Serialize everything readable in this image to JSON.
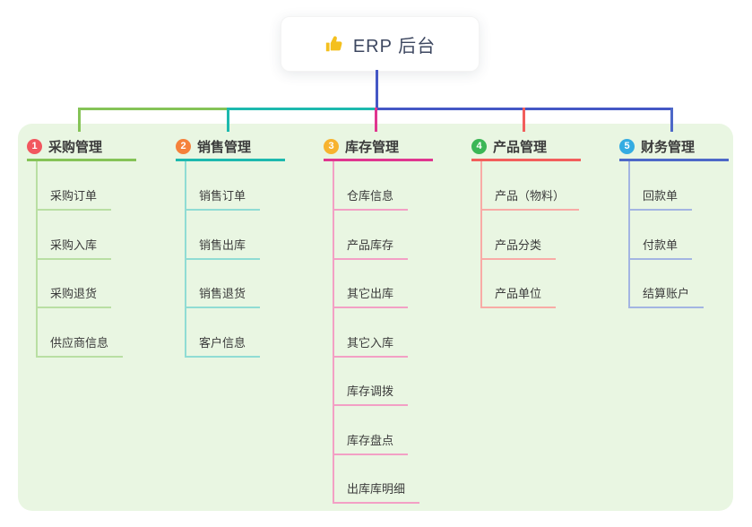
{
  "root": {
    "icon": "thumbs-up-icon",
    "icon_color": "#f4c01e",
    "label": "ERP 后台"
  },
  "trunk_color": "#4457c5",
  "panel_color": "#e9f6e2",
  "text_color": "#3b3b3b",
  "branches": [
    {
      "num": "1",
      "label": "采购管理",
      "badge_color": "#f2575f",
      "line_color": "#85c357",
      "light_color": "#b9dfa3",
      "children": [
        "采购订单",
        "采购入库",
        "采购退货",
        "供应商信息"
      ]
    },
    {
      "num": "2",
      "label": "销售管理",
      "badge_color": "#f5813b",
      "line_color": "#1db9ae",
      "light_color": "#90dcd4",
      "children": [
        "销售订单",
        "销售出库",
        "销售退货",
        "客户信息"
      ]
    },
    {
      "num": "3",
      "label": "库存管理",
      "badge_color": "#f7b32f",
      "line_color": "#e0368f",
      "light_color": "#f3a0c5",
      "children": [
        "仓库信息",
        "产品库存",
        "其它出库",
        "其它入库",
        "库存调拨",
        "库存盘点",
        "出库库明细"
      ]
    },
    {
      "num": "4",
      "label": "产品管理",
      "badge_color": "#3bb656",
      "line_color": "#f25e5c",
      "light_color": "#f8aba6",
      "children": [
        "产品（物料）",
        "产品分类",
        "产品单位"
      ]
    },
    {
      "num": "5",
      "label": "财务管理",
      "badge_color": "#34ace2",
      "line_color": "#4d68c8",
      "light_color": "#a3b5e2",
      "children": [
        "回款单",
        "付款单",
        "结算账户"
      ]
    }
  ]
}
